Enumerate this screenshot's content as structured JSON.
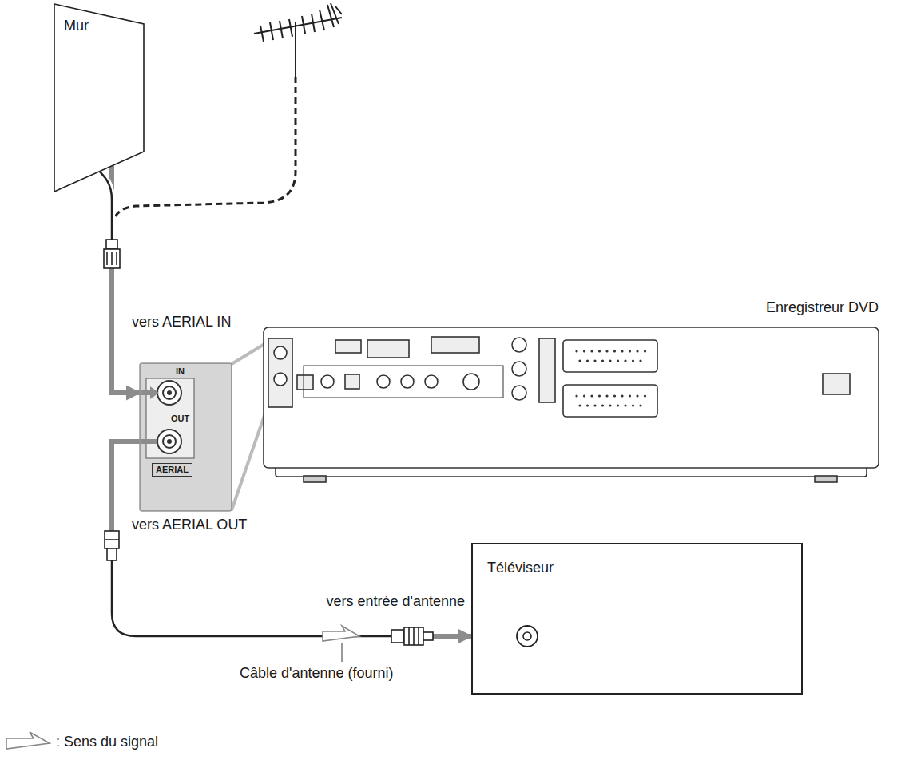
{
  "diagram": {
    "nodes": [
      {
        "text": [
          "Mur"
        ]
      },
      {
        "text": [
          "Enregistreur DVD"
        ]
      },
      {
        "text": [
          "IN",
          "OUT",
          "AERIAL"
        ]
      },
      {
        "text": [
          "Téléviseur"
        ]
      }
    ],
    "edges": [
      {
        "from": 0,
        "to": 2,
        "arrow": "to"
      },
      {
        "from": 2,
        "to": 3,
        "arrow": "to"
      }
    ],
    "labels": [
      "vers AERIAL IN",
      "vers AERIAL OUT",
      "vers entrée d'antenne",
      "Câble d'antenne (fourni)"
    ],
    "legend": [
      {
        "text": ": Sens du signal"
      }
    ]
  }
}
